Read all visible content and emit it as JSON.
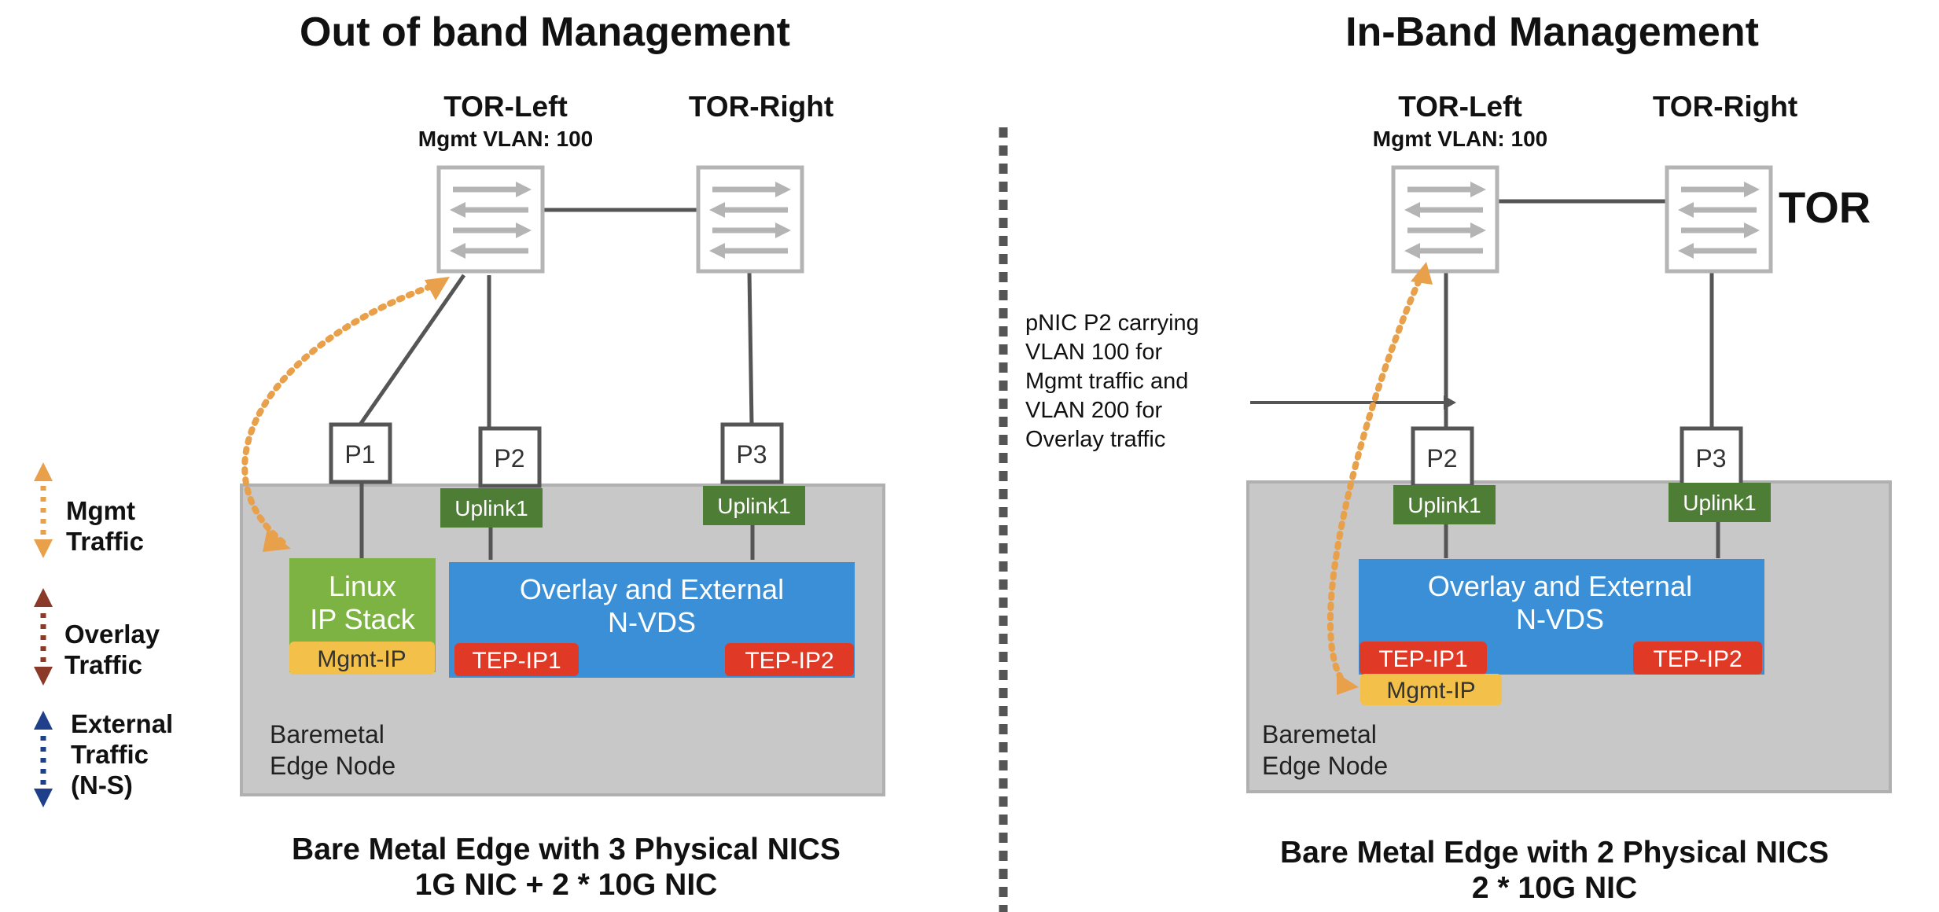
{
  "left": {
    "title": "Out of band Management",
    "tor_left": "TOR-Left",
    "tor_left_vlan": "Mgmt VLAN: 100",
    "tor_right": "TOR-Right",
    "ports": [
      "P1",
      "P2",
      "P3"
    ],
    "uplink_labels": [
      "Uplink1",
      "Uplink1"
    ],
    "linux_stack": [
      "Linux",
      "IP Stack"
    ],
    "mgmt_ip": "Mgmt-IP",
    "nvds": [
      "Overlay and External",
      "N-VDS"
    ],
    "tep1": "TEP-IP1",
    "tep2": "TEP-IP2",
    "node": [
      "Baremetal",
      "Edge Node"
    ],
    "caption": [
      "Bare Metal Edge with 3 Physical NICS",
      "1G NIC + 2 * 10G NIC"
    ]
  },
  "right": {
    "title": "In-Band Management",
    "tor_left": "TOR-Left",
    "tor_left_vlan": "Mgmt VLAN: 100",
    "tor_right": "TOR-Right",
    "tor_tag": "TOR",
    "ports": [
      "P2",
      "P3"
    ],
    "uplink_labels": [
      "Uplink1",
      "Uplink1"
    ],
    "nvds": [
      "Overlay and External",
      "N-VDS"
    ],
    "tep1": "TEP-IP1",
    "tep2": "TEP-IP2",
    "mgmt_ip": "Mgmt-IP",
    "node": [
      "Baremetal",
      "Edge Node"
    ],
    "note": [
      "pNIC P2 carrying",
      "VLAN 100 for",
      "Mgmt traffic and",
      "VLAN 200 for",
      "Overlay traffic"
    ],
    "caption": [
      "Bare Metal Edge with 2 Physical NICS",
      "2 * 10G NIC"
    ]
  },
  "legend": {
    "mgmt": [
      "Mgmt",
      "Traffic"
    ],
    "overlay": [
      "Overlay",
      "Traffic"
    ],
    "external": [
      "External",
      "Traffic",
      "(N-S)"
    ]
  },
  "colors": {
    "mgmt_arrow": "#e8a04a",
    "overlay_arrow": "#8b3a2a",
    "external_arrow": "#1f3f8a",
    "uplink_green": "#4e7d35",
    "linux_green": "#7cb342",
    "nvds_blue": "#3b8fd6",
    "tep_red": "#e03a26",
    "mgmt_yellow": "#f3c04a",
    "node_gray": "#c8c8c8",
    "switch_gray": "#b4b4b4"
  }
}
